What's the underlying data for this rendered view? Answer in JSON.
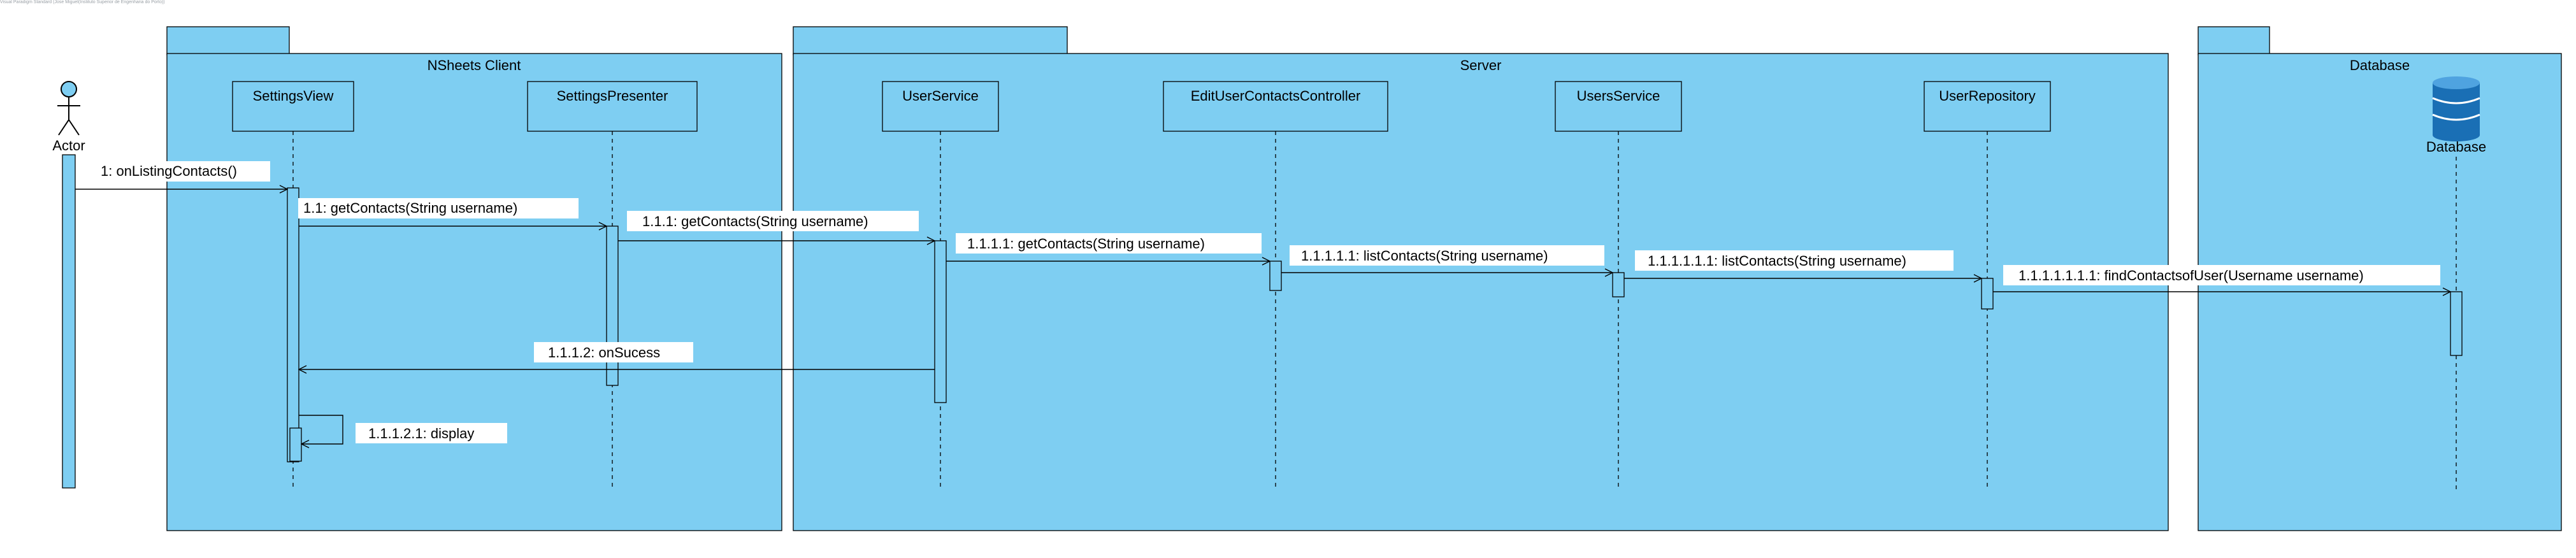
{
  "watermark": "Visual Paradigm Standard (Jose Miguel(Instituto Superior de Engenharia do Porto))",
  "colors": {
    "package_fill": "#7ecef2",
    "stroke": "#000000",
    "actor_fill": "#7ecef2",
    "database_icon": "#1a6fb5",
    "label_bg": "#ffffff"
  },
  "actor": {
    "label": "Actor"
  },
  "packages": [
    {
      "id": "nsheets",
      "title": "NSheets Client"
    },
    {
      "id": "server",
      "title": "Server"
    },
    {
      "id": "database",
      "title": "Database"
    }
  ],
  "lifelines": [
    {
      "id": "settingsview",
      "label": "SettingsView",
      "kind": "class"
    },
    {
      "id": "settingspresenter",
      "label": "SettingsPresenter",
      "kind": "class"
    },
    {
      "id": "userservice",
      "label": "UserService",
      "kind": "class"
    },
    {
      "id": "editcontroller",
      "label": "EditUserContactsController",
      "kind": "class"
    },
    {
      "id": "usersservice",
      "label": "UsersService",
      "kind": "class"
    },
    {
      "id": "userrepository",
      "label": "UserRepository",
      "kind": "class"
    },
    {
      "id": "database",
      "label": "Database",
      "kind": "database",
      "icon": "database-icon"
    }
  ],
  "messages": [
    {
      "label": "1: onListingContacts()",
      "from": "actor",
      "to": "settingsview",
      "kind": "sync"
    },
    {
      "label": "1.1: getContacts(String username)",
      "from": "settingsview",
      "to": "settingspresenter",
      "kind": "sync"
    },
    {
      "label": "1.1.1: getContacts(String username)",
      "from": "settingspresenter",
      "to": "userservice",
      "kind": "sync"
    },
    {
      "label": "1.1.1.1: getContacts(String username)",
      "from": "userservice",
      "to": "editcontroller",
      "kind": "sync"
    },
    {
      "label": "1.1.1.1.1: listContacts(String username)",
      "from": "editcontroller",
      "to": "usersservice",
      "kind": "sync"
    },
    {
      "label": "1.1.1.1.1.1: listContacts(String username)",
      "from": "usersservice",
      "to": "userrepository",
      "kind": "sync"
    },
    {
      "label": "1.1.1.1.1.1.1: findContactsofUser(Username username)",
      "from": "userrepository",
      "to": "database",
      "kind": "sync"
    },
    {
      "label": "1.1.1.2: onSucess",
      "from": "userservice",
      "to": "settingsview",
      "kind": "return"
    },
    {
      "label": "1.1.1.2.1: display",
      "from": "settingsview",
      "to": "settingsview",
      "kind": "self"
    }
  ]
}
